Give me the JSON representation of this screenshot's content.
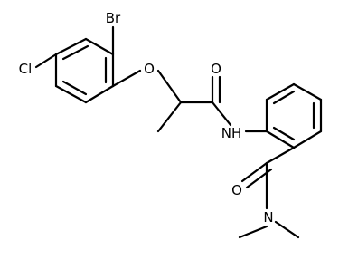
{
  "colors": {
    "background": "#ffffff",
    "bonds": "#000000",
    "labels": "#000000"
  },
  "molecule": {
    "atoms": {
      "br": "Br",
      "cl": "Cl",
      "o_ether": "O",
      "o_amide1": "O",
      "nh": "NH",
      "o_amide2": "O",
      "n_dimethyl": "N"
    }
  }
}
